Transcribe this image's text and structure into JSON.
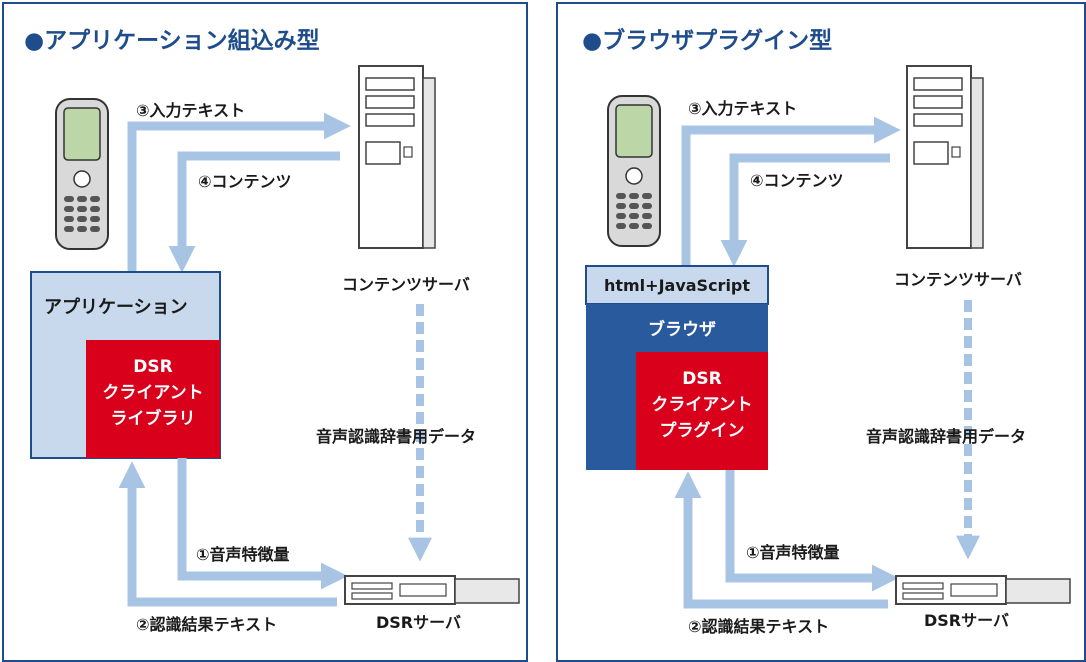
{
  "panels": [
    {
      "title": "●アプリケーション組込み型",
      "labels": {
        "step3": "③入力テキスト",
        "step4": "④コンテンツ",
        "step1": "①音声特徴量",
        "step2": "②認識結果テキスト",
        "content_server": "コンテンツサーバ",
        "dict_data": "音声認識辞書用データ",
        "dsr_server": "DSRサーバ"
      },
      "app_box": {
        "title": "アプリケーション",
        "inner_lines": [
          "DSR",
          "クライアント",
          "ライブラリ"
        ]
      }
    },
    {
      "title": "●ブラウザプラグイン型",
      "labels": {
        "step3": "③入力テキスト",
        "step4": "④コンテンツ",
        "step1": "①音声特徴量",
        "step2": "②認識結果テキスト",
        "content_server": "コンテンツサーバ",
        "dict_data": "音声認識辞書用データ",
        "dsr_server": "DSRサーバ"
      },
      "browser_box": {
        "html_label": "html+JavaScript",
        "browser_label": "ブラウザ",
        "inner_lines": [
          "DSR",
          "クライアント",
          "プラグイン"
        ]
      }
    }
  ],
  "colors": {
    "frame": "#1f4d8b",
    "arrow": "#a8c4e4",
    "light_box": "#c8d9ee",
    "dark_box": "#2a5a9e",
    "red_box": "#d9001b"
  }
}
